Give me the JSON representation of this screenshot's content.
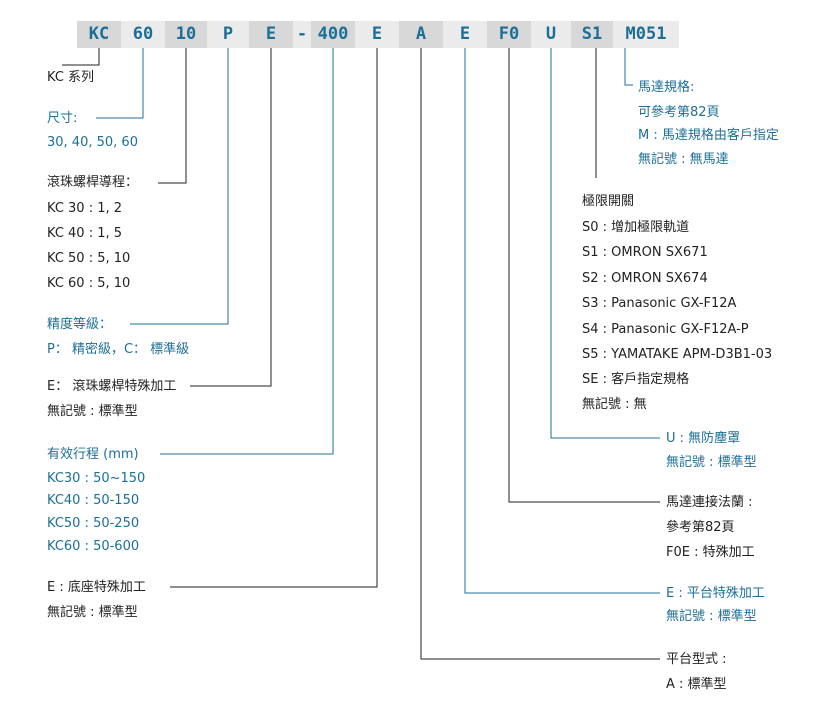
{
  "code": {
    "segments": [
      "KC",
      "60",
      "10",
      "P",
      "E",
      "-",
      "400",
      "E",
      "A",
      "E",
      "F0",
      "U",
      "S1",
      "M051"
    ]
  },
  "labels": {
    "series": "KC 系列",
    "size_title": "尺寸:",
    "size_values": "30, 40, 50, 60",
    "lead_title": "滾珠螺桿導程：",
    "lead_kc30": "KC 30 : 1, 2",
    "lead_kc40": "KC 40 : 1, 5",
    "lead_kc50": "KC 50 : 5, 10",
    "lead_kc60": "KC 60 : 5, 10",
    "precision_title": "精度等級：",
    "precision_values": "P： 精密級，C： 標準級",
    "screw_special": "E： 滾珠螺桿特殊加工",
    "screw_standard": "無記號 : 標準型",
    "stroke_title": "有效行程 (mm)",
    "stroke_kc30": "KC30 : 50~150",
    "stroke_kc40": "KC40 : 50-150",
    "stroke_kc50": "KC50 : 50-250",
    "stroke_kc60": "KC60 : 50-600",
    "base_special": "E : 底座特殊加工",
    "base_standard": "無記號 : 標準型",
    "motor_title": "馬達規格:",
    "motor_ref": "可參考第82頁",
    "motor_m": "M : 馬達規格由客戶指定",
    "motor_none": "無記號 : 無馬達",
    "limit_title": "極限開關",
    "limit_s0": "S0 : 增加極限軌道",
    "limit_s1": "S1 : OMRON SX671",
    "limit_s2": "S2 : OMRON SX674",
    "limit_s3": "S3 : Panasonic GX-F12A",
    "limit_s4": "S4 : Panasonic GX-F12A-P",
    "limit_s5": "S5 : YAMATAKE APM-D3B1-03",
    "limit_se": "SE : 客戶指定規格",
    "limit_none": "無記號 : 無",
    "dust_u": "U : 無防塵罩",
    "dust_none": "無記號 : 標準型",
    "conn_title": "馬達連接法蘭 :",
    "conn_ref": "參考第82頁",
    "conn_f0e": "F0E : 特殊加工",
    "plat_special": "E : 平台特殊加工",
    "plat_standard": "無記號 : 標準型",
    "type_title": "平台型式 :",
    "type_a": "A : 標準型"
  },
  "colors": {
    "accent_blue": "#1d6f96",
    "text_dark": "#222222",
    "seg_dark": "#d8d8d8",
    "seg_light": "#ebebeb"
  }
}
